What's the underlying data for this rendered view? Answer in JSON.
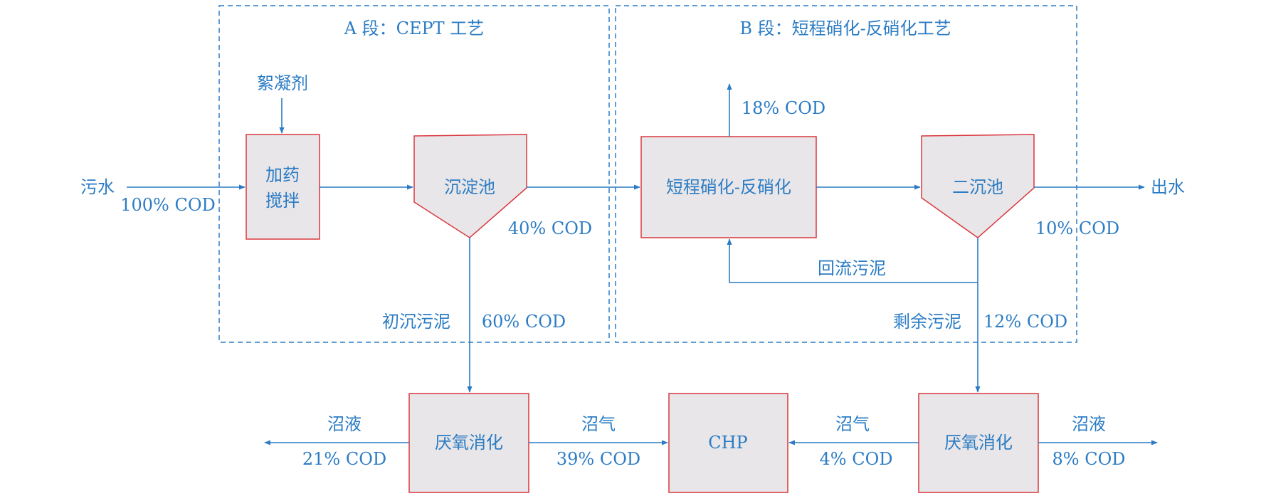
{
  "zones": {
    "a_title": "A 段：CEPT 工艺",
    "b_title": "B 段：短程硝化-反硝化工艺"
  },
  "nodes": {
    "flocculant": "絮凝剂",
    "dosing_line1": "加药",
    "dosing_line2": "搅拌",
    "primary_settler": "沉淀池",
    "nitrification": "短程硝化-反硝化",
    "secondary_settler": "二沉池",
    "digester_left": "厌氧消化",
    "chp": "CHP",
    "digester_right": "厌氧消化"
  },
  "labels": {
    "influent": "污水",
    "influent_cod": "100% COD",
    "settler_out_cod": "40% COD",
    "primary_sludge": "初沉污泥",
    "primary_sludge_cod": "60% COD",
    "nitrification_loss_cod": "18% COD",
    "effluent": "出水",
    "effluent_cod": "10% COD",
    "return_sludge": "回流污泥",
    "excess_sludge": "剩余污泥",
    "excess_sludge_cod": "12% COD",
    "left_digestate": "沼液",
    "left_digestate_cod": "21% COD",
    "left_biogas": "沼气",
    "left_biogas_cod": "39% COD",
    "right_biogas": "沼气",
    "right_biogas_cod": "4% COD",
    "right_digestate": "沼液",
    "right_digestate_cod": "8% COD"
  },
  "colors": {
    "flow": "#2b7cc4",
    "box_fill": "#e8e6e8",
    "box_stroke": "#d9383f"
  }
}
